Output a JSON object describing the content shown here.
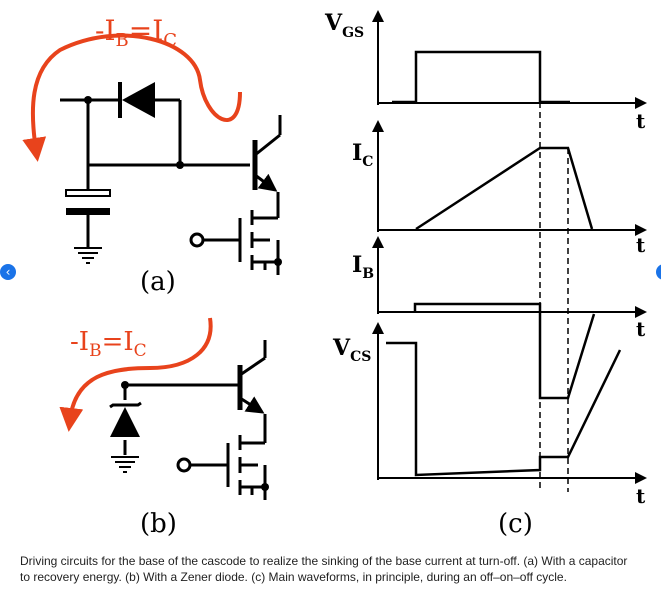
{
  "panel_a": {
    "current_eq": {
      "prefix": "-I",
      "sub1": "B",
      "eq": "=",
      "main": "I",
      "sub2": "C"
    },
    "label": "(a)"
  },
  "panel_b": {
    "current_eq": {
      "prefix": "-I",
      "sub1": "B",
      "eq": "=",
      "main": "I",
      "sub2": "C"
    },
    "label": "(b)"
  },
  "panel_c": {
    "label": "(c)",
    "signals": [
      {
        "main": "V",
        "sub": "GS"
      },
      {
        "main": "I",
        "sub": "C"
      },
      {
        "main": "I",
        "sub": "B"
      },
      {
        "main": "V",
        "sub": "CS"
      }
    ],
    "time_label": "t"
  },
  "caption": "Driving circuits for the base of the cascode to realize the sinking of the base current at turn-off. (a) With a capacitor to recovery energy. (b) With a Zener diode. (c) Main waveforms, in principle, during an off–on–off cycle.",
  "nav": {
    "prev_icon": "‹"
  },
  "colors": {
    "arrow": "#e8431c",
    "line": "#000000",
    "nav": "#1a73e8"
  }
}
